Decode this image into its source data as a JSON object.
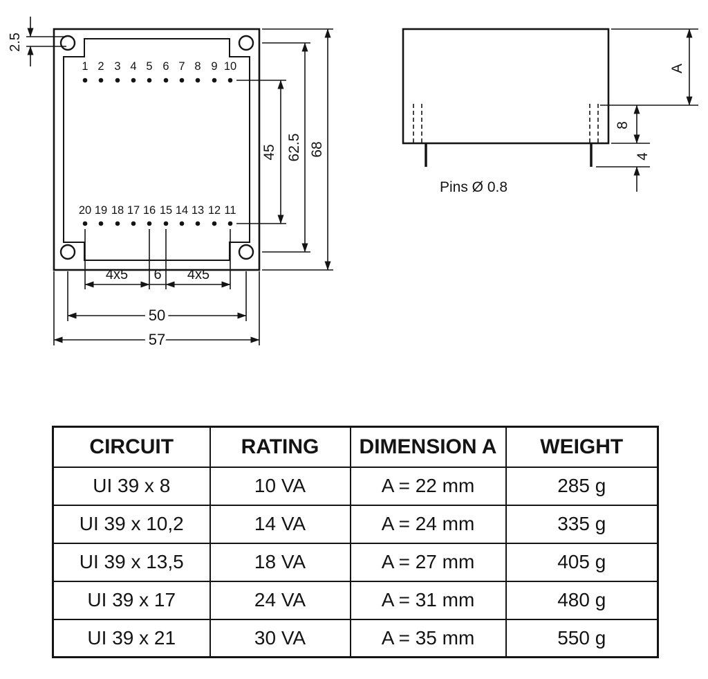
{
  "front_view": {
    "pin_numbers_top": [
      "1",
      "2",
      "3",
      "4",
      "5",
      "6",
      "7",
      "8",
      "9",
      "10"
    ],
    "pin_numbers_bottom": [
      "20",
      "19",
      "18",
      "17",
      "16",
      "15",
      "14",
      "13",
      "12",
      "11"
    ],
    "dim_top_offset": "2.5",
    "dim_pin_span": "45",
    "dim_hole_span": "62.5",
    "dim_height": "68",
    "dim_pitch_left": "4x5",
    "dim_center_gap": "6",
    "dim_pitch_right": "4x5",
    "dim_hole_width": "50",
    "dim_width": "57"
  },
  "side_view": {
    "pins_label": "Pins Ø 0.8",
    "dim_a": "A",
    "dim_base": "8",
    "dim_pin_length": "4"
  },
  "table": {
    "headers": [
      "CIRCUIT",
      "RATING",
      "DIMENSION A",
      "WEIGHT"
    ],
    "rows": [
      [
        "UI 39 x 8",
        "10 VA",
        "A = 22 mm",
        "285 g"
      ],
      [
        "UI 39 x 10,2",
        "14 VA",
        "A = 24 mm",
        "335 g"
      ],
      [
        "UI 39 x 13,5",
        "18 VA",
        "A = 27 mm",
        "405 g"
      ],
      [
        "UI 39 x 17",
        "24 VA",
        "A = 31 mm",
        "480 g"
      ],
      [
        "UI 39 x 21",
        "30 VA",
        "A = 35 mm",
        "550 g"
      ]
    ]
  }
}
